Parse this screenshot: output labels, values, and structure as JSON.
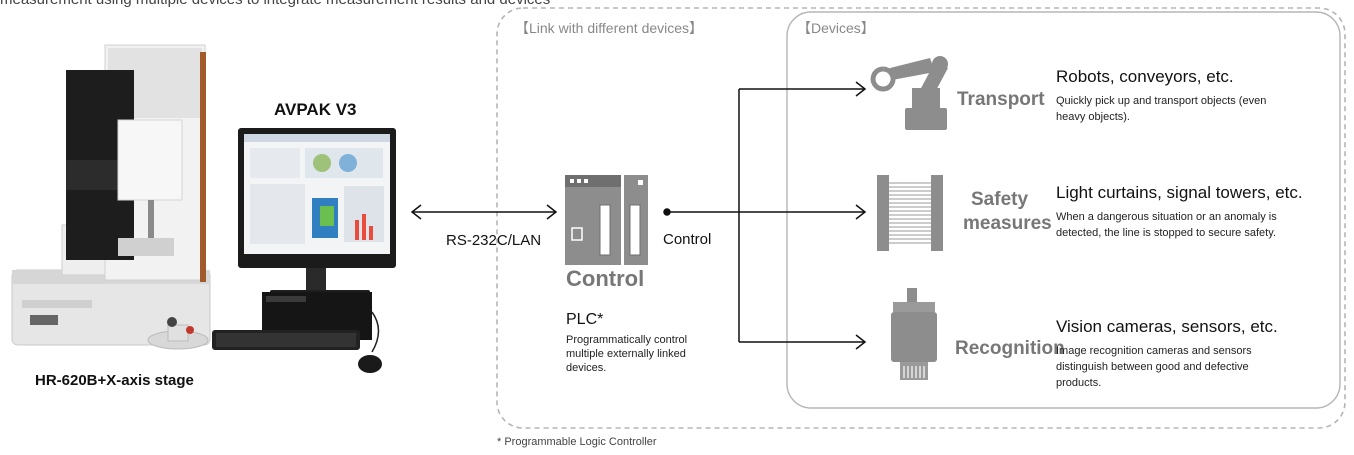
{
  "top_text": "measurement using multiple devices to integrate measurement results and devices",
  "machine": {
    "label": "HR-620B+X-axis stage"
  },
  "software": {
    "label": "AVPAK V3"
  },
  "link": {
    "comm_label": "RS-232C/LAN",
    "control_label": "Control"
  },
  "plc": {
    "title": "Control",
    "name": "PLC*",
    "description": "Programmatically control multiple externally linked devices."
  },
  "groups": {
    "outer_title": "【Link with different devices】",
    "inner_title": "【Devices】"
  },
  "devices": [
    {
      "name": "Transport",
      "title": "Robots, conveyors, etc.",
      "description": "Quickly pick up and transport objects (even heavy objects)."
    },
    {
      "name_lines": [
        "Safety",
        "measures"
      ],
      "title": "Light curtains, signal towers, etc.",
      "description": "When a dangerous situation or an anomaly is detected, the line is stopped to secure safety."
    },
    {
      "name": "Recognition",
      "title": "Vision cameras, sensors, etc.",
      "description": "Image recognition cameras and sensors distinguish between good and defective products."
    }
  ],
  "footnote": "* Programmable Logic Controller"
}
